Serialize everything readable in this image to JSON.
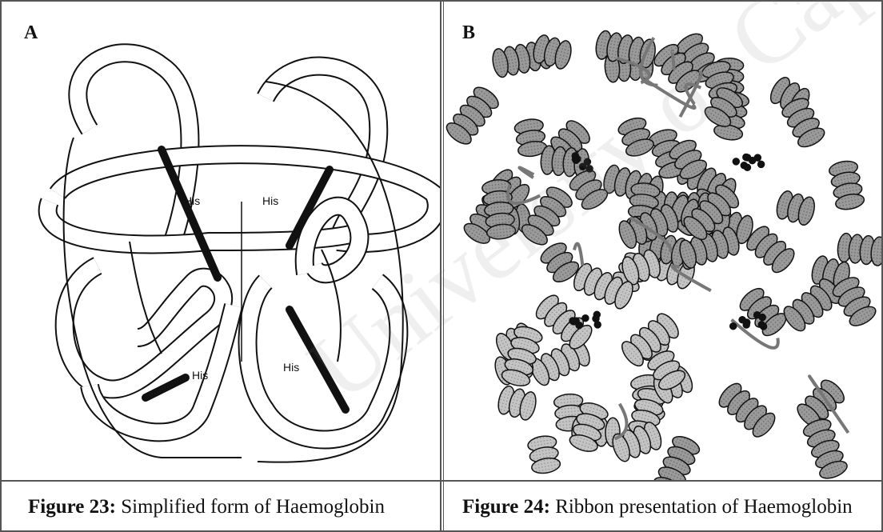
{
  "panels": [
    {
      "letter": "A",
      "caption_label": "Figure 23:",
      "caption_text": " Simplified form of Haemoglobin",
      "his_labels": [
        "His",
        "His",
        "His",
        "His"
      ]
    },
    {
      "letter": "B",
      "caption_label": "Figure 24:",
      "caption_text": " Ribbon presentation of Haemoglobin"
    }
  ],
  "watermark": "University of Cape Town",
  "colors": {
    "border": "#555555",
    "ribbon_fill": "#8a8a8a",
    "heme_black": "#111111"
  }
}
